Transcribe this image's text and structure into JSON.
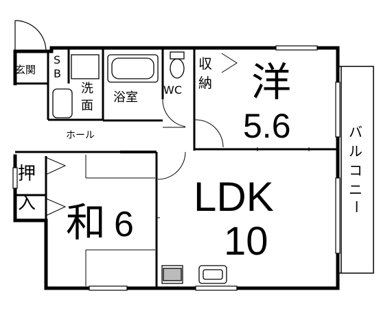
{
  "rooms": {
    "genkan": "玄関",
    "sb_top": "S",
    "sb_bottom": "B",
    "senmen_1": "洗",
    "senmen_2": "面",
    "yokushitsu": "浴室",
    "wc": "WC",
    "shuno_1": "収",
    "shuno_2": "納",
    "hall": "ホール",
    "oshiire_1": "押",
    "oshiire_2": "入",
    "yo_name": "洋",
    "yo_size": "5.6",
    "wa_name": "和",
    "wa_size": "6",
    "ldk_name": "LDK",
    "ldk_size": "10",
    "balcony": [
      "バ",
      "ル",
      "コ",
      "ニ",
      "ー"
    ]
  }
}
